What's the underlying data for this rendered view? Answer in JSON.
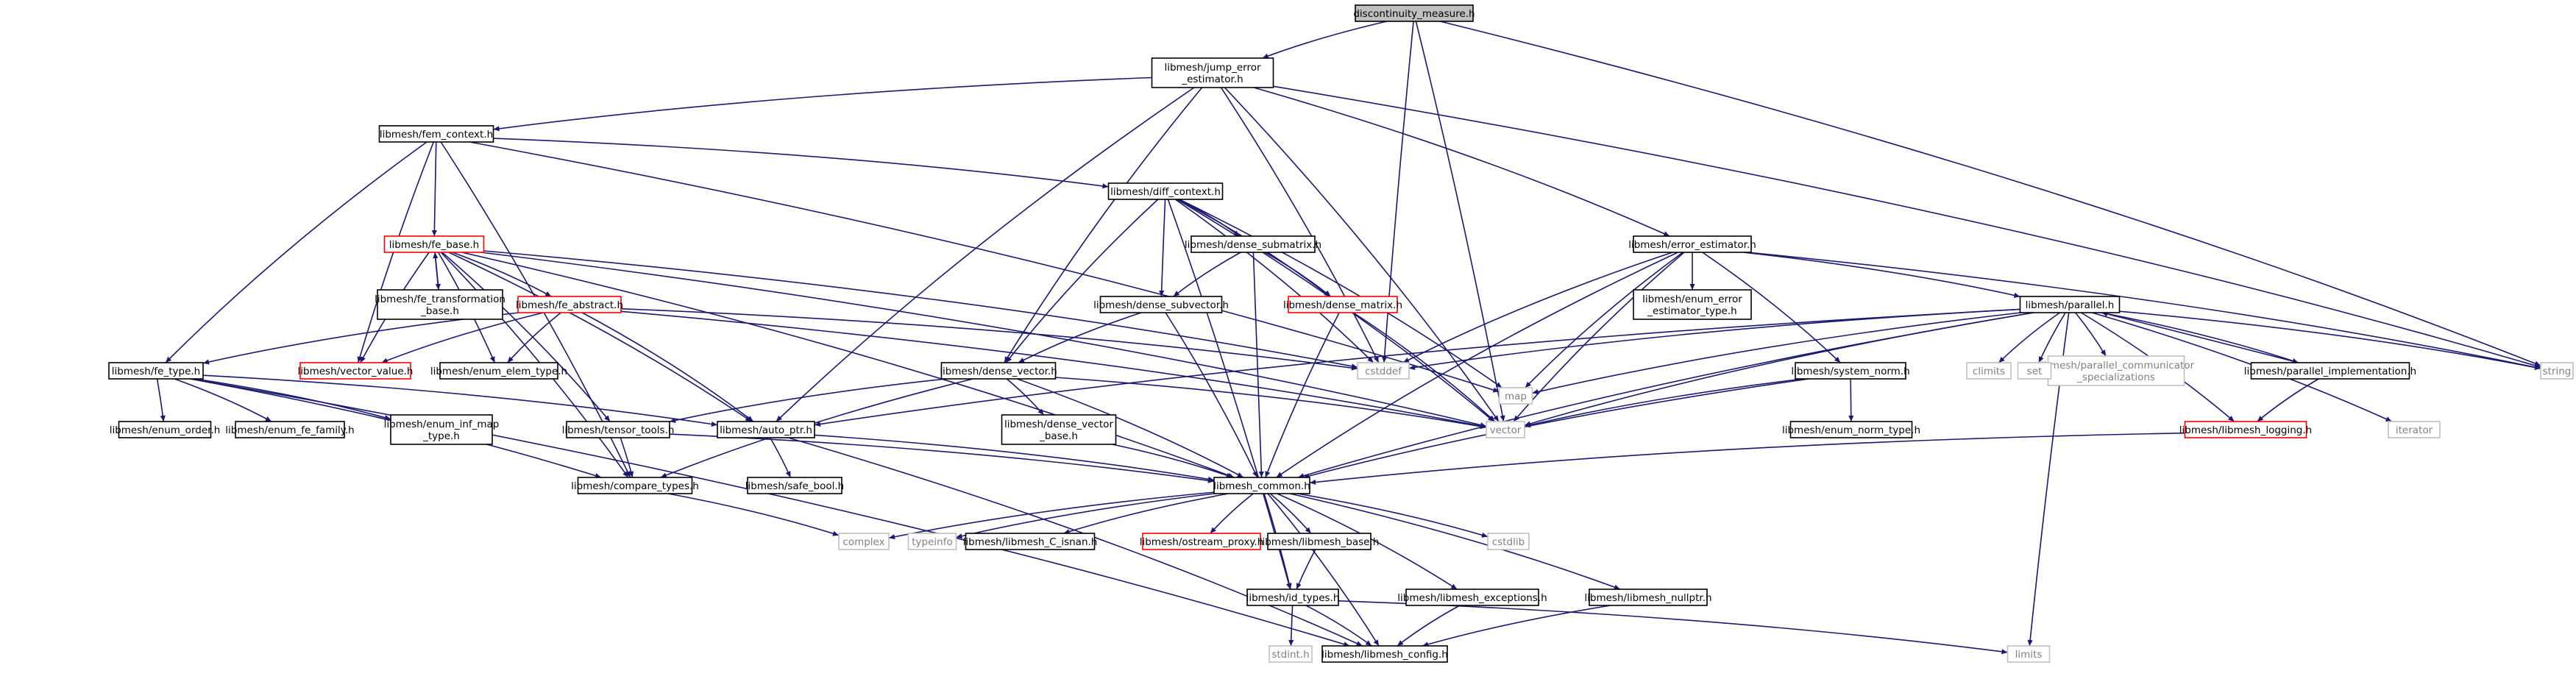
{
  "graph": {
    "title": "discontinuity_measure.h",
    "colors": {
      "edge": "#191970",
      "border_normal": "#000000",
      "border_missing": "#ff0000",
      "border_system": "#bfbfbf",
      "root_fill": "#bfbfbf",
      "system_text": "#808080"
    },
    "nodes": [
      {
        "id": "root",
        "label": [
          "discontinuity_measure.h"
        ],
        "kind": "root"
      },
      {
        "id": "jee",
        "label": [
          "libmesh/jump_error",
          "_estimator.h"
        ],
        "kind": "normal"
      },
      {
        "id": "fem",
        "label": [
          "libmesh/fem_context.h"
        ],
        "kind": "normal"
      },
      {
        "id": "diff",
        "label": [
          "libmesh/diff_context.h"
        ],
        "kind": "normal"
      },
      {
        "id": "feb",
        "label": [
          "libmesh/fe_base.h"
        ],
        "kind": "missing"
      },
      {
        "id": "fet",
        "label": [
          "libmesh/fe_transformation",
          "_base.h"
        ],
        "kind": "normal"
      },
      {
        "id": "fea",
        "label": [
          "libmesh/fe_abstract.h"
        ],
        "kind": "missing"
      },
      {
        "id": "fty",
        "label": [
          "libmesh/fe_type.h"
        ],
        "kind": "normal"
      },
      {
        "id": "vv",
        "label": [
          "libmesh/vector_value.h"
        ],
        "kind": "missing"
      },
      {
        "id": "eet",
        "label": [
          "libmesh/enum_elem_type.h"
        ],
        "kind": "normal"
      },
      {
        "id": "cst",
        "label": [
          "cstddef"
        ],
        "kind": "system"
      },
      {
        "id": "dsm",
        "label": [
          "libmesh/dense_submatrix.h"
        ],
        "kind": "normal"
      },
      {
        "id": "dsv",
        "label": [
          "libmesh/dense_subvector.h"
        ],
        "kind": "normal"
      },
      {
        "id": "dm",
        "label": [
          "libmesh/dense_matrix.h"
        ],
        "kind": "missing"
      },
      {
        "id": "dv",
        "label": [
          "libmesh/dense_vector.h"
        ],
        "kind": "normal"
      },
      {
        "id": "dvb",
        "label": [
          "libmesh/dense_vector",
          "_base.h"
        ],
        "kind": "normal"
      },
      {
        "id": "ee",
        "label": [
          "libmesh/error_estimator.h"
        ],
        "kind": "normal"
      },
      {
        "id": "eeet",
        "label": [
          "libmesh/enum_error",
          "_estimator_type.h"
        ],
        "kind": "normal"
      },
      {
        "id": "par",
        "label": [
          "libmesh/parallel.h"
        ],
        "kind": "normal"
      },
      {
        "id": "sn",
        "label": [
          "libmesh/system_norm.h"
        ],
        "kind": "normal"
      },
      {
        "id": "ent",
        "label": [
          "libmesh/enum_norm_type.h"
        ],
        "kind": "normal"
      },
      {
        "id": "pimp",
        "label": [
          "libmesh/parallel_implementation.h"
        ],
        "kind": "normal"
      },
      {
        "id": "log",
        "label": [
          "libmesh/libmesh_logging.h"
        ],
        "kind": "missing"
      },
      {
        "id": "pcs",
        "label": [
          "libmesh/parallel_communicator",
          "_specializations"
        ],
        "kind": "system"
      },
      {
        "id": "clim",
        "label": [
          "climits"
        ],
        "kind": "system"
      },
      {
        "id": "set",
        "label": [
          "set"
        ],
        "kind": "system"
      },
      {
        "id": "iter",
        "label": [
          "iterator"
        ],
        "kind": "system"
      },
      {
        "id": "str",
        "label": [
          "string"
        ],
        "kind": "system"
      },
      {
        "id": "map",
        "label": [
          "map"
        ],
        "kind": "system"
      },
      {
        "id": "vec",
        "label": [
          "vector"
        ],
        "kind": "system"
      },
      {
        "id": "tt",
        "label": [
          "libmesh/tensor_tools.h"
        ],
        "kind": "normal"
      },
      {
        "id": "ap",
        "label": [
          "libmesh/auto_ptr.h"
        ],
        "kind": "normal"
      },
      {
        "id": "sb",
        "label": [
          "libmesh/safe_bool.h"
        ],
        "kind": "normal"
      },
      {
        "id": "eo",
        "label": [
          "libmesh/enum_order.h"
        ],
        "kind": "normal"
      },
      {
        "id": "eff",
        "label": [
          "libmesh/enum_fe_family.h"
        ],
        "kind": "normal"
      },
      {
        "id": "eim",
        "label": [
          "libmesh/enum_inf_map",
          "_type.h"
        ],
        "kind": "normal"
      },
      {
        "id": "ct",
        "label": [
          "libmesh/compare_types.h"
        ],
        "kind": "normal"
      },
      {
        "id": "cx",
        "label": [
          "complex"
        ],
        "kind": "system"
      },
      {
        "id": "lc",
        "label": [
          "libmesh_common.h"
        ],
        "kind": "normal"
      },
      {
        "id": "ti",
        "label": [
          "typeinfo"
        ],
        "kind": "system"
      },
      {
        "id": "isnan",
        "label": [
          "libmesh/libmesh_C_isnan.h"
        ],
        "kind": "normal"
      },
      {
        "id": "osp",
        "label": [
          "libmesh/ostream_proxy.h"
        ],
        "kind": "missing"
      },
      {
        "id": "lb",
        "label": [
          "libmesh/libmesh_base.h"
        ],
        "kind": "normal"
      },
      {
        "id": "cstd",
        "label": [
          "cstdlib"
        ],
        "kind": "system"
      },
      {
        "id": "lex",
        "label": [
          "libmesh/libmesh_exceptions.h"
        ],
        "kind": "normal"
      },
      {
        "id": "lnp",
        "label": [
          "libmesh/libmesh_nullptr.h"
        ],
        "kind": "normal"
      },
      {
        "id": "idt",
        "label": [
          "libmesh/id_types.h"
        ],
        "kind": "normal"
      },
      {
        "id": "sti",
        "label": [
          "stdint.h"
        ],
        "kind": "system"
      },
      {
        "id": "cfg",
        "label": [
          "libmesh/libmesh_config.h"
        ],
        "kind": "normal"
      },
      {
        "id": "lim",
        "label": [
          "limits"
        ],
        "kind": "system"
      }
    ],
    "edges": [
      [
        "root",
        "jee"
      ],
      [
        "root",
        "cst"
      ],
      [
        "root",
        "vec"
      ],
      [
        "root",
        "str"
      ],
      [
        "jee",
        "fem"
      ],
      [
        "jee",
        "ap"
      ],
      [
        "jee",
        "cst"
      ],
      [
        "jee",
        "dv"
      ],
      [
        "jee",
        "vec"
      ],
      [
        "jee",
        "ee"
      ],
      [
        "jee",
        "str"
      ],
      [
        "fem",
        "diff"
      ],
      [
        "fem",
        "feb"
      ],
      [
        "fem",
        "vv"
      ],
      [
        "fem",
        "fty"
      ],
      [
        "fem",
        "ct"
      ],
      [
        "fem",
        "map"
      ],
      [
        "diff",
        "dsm"
      ],
      [
        "diff",
        "dsv"
      ],
      [
        "diff",
        "dm"
      ],
      [
        "diff",
        "dv"
      ],
      [
        "diff",
        "idt"
      ],
      [
        "diff",
        "cst"
      ],
      [
        "diff",
        "map"
      ],
      [
        "diff",
        "vec"
      ],
      [
        "feb",
        "fet"
      ],
      [
        "feb",
        "fea"
      ],
      [
        "feb",
        "vv"
      ],
      [
        "feb",
        "eet"
      ],
      [
        "feb",
        "cst"
      ],
      [
        "feb",
        "ap"
      ],
      [
        "feb",
        "tt"
      ],
      [
        "feb",
        "vec"
      ],
      [
        "feb",
        "lc"
      ],
      [
        "feb",
        "ct"
      ],
      [
        "fet",
        "feb"
      ],
      [
        "fea",
        "fty"
      ],
      [
        "fea",
        "eet"
      ],
      [
        "fea",
        "cst"
      ],
      [
        "fea",
        "ap"
      ],
      [
        "fea",
        "vec"
      ],
      [
        "fea",
        "vv"
      ],
      [
        "fty",
        "eo"
      ],
      [
        "fty",
        "eff"
      ],
      [
        "fty",
        "eim"
      ],
      [
        "fty",
        "ap"
      ],
      [
        "fty",
        "ct"
      ],
      [
        "fty",
        "cfg"
      ],
      [
        "dsm",
        "dsv"
      ],
      [
        "dsm",
        "dm"
      ],
      [
        "dsm",
        "lc"
      ],
      [
        "dsv",
        "dv"
      ],
      [
        "dsv",
        "lc"
      ],
      [
        "dm",
        "vec"
      ],
      [
        "dm",
        "lc"
      ],
      [
        "dv",
        "dvb"
      ],
      [
        "dv",
        "lc"
      ],
      [
        "dv",
        "tt"
      ],
      [
        "dv",
        "ct"
      ],
      [
        "dv",
        "vec"
      ],
      [
        "dvb",
        "lc"
      ],
      [
        "ee",
        "eeet"
      ],
      [
        "ee",
        "par"
      ],
      [
        "ee",
        "sn"
      ],
      [
        "ee",
        "map"
      ],
      [
        "ee",
        "vec"
      ],
      [
        "ee",
        "cst"
      ],
      [
        "ee",
        "str"
      ],
      [
        "ee",
        "lc"
      ],
      [
        "par",
        "pimp"
      ],
      [
        "par",
        "log"
      ],
      [
        "par",
        "pcs"
      ],
      [
        "par",
        "clim"
      ],
      [
        "par",
        "set"
      ],
      [
        "par",
        "iter"
      ],
      [
        "par",
        "str"
      ],
      [
        "par",
        "map"
      ],
      [
        "par",
        "vec"
      ],
      [
        "par",
        "cst"
      ],
      [
        "par",
        "lim"
      ],
      [
        "par",
        "lc"
      ],
      [
        "par",
        "ap"
      ],
      [
        "pimp",
        "par"
      ],
      [
        "pimp",
        "log"
      ],
      [
        "log",
        "lc"
      ],
      [
        "sn",
        "ent"
      ],
      [
        "sn",
        "vec"
      ],
      [
        "sn",
        "lc"
      ],
      [
        "tt",
        "ct"
      ],
      [
        "tt",
        "lc"
      ],
      [
        "ap",
        "sb"
      ],
      [
        "ap",
        "lc"
      ],
      [
        "ap",
        "cfg"
      ],
      [
        "ct",
        "cx"
      ],
      [
        "lc",
        "cx"
      ],
      [
        "lc",
        "ti"
      ],
      [
        "lc",
        "isnan"
      ],
      [
        "lc",
        "osp"
      ],
      [
        "lc",
        "lb"
      ],
      [
        "lc",
        "cstd"
      ],
      [
        "lc",
        "lex"
      ],
      [
        "lc",
        "lnp"
      ],
      [
        "lc",
        "cfg"
      ],
      [
        "lc",
        "idt"
      ],
      [
        "lb",
        "idt"
      ],
      [
        "lex",
        "cfg"
      ],
      [
        "lnp",
        "cfg"
      ],
      [
        "idt",
        "sti"
      ],
      [
        "idt",
        "cfg"
      ],
      [
        "idt",
        "lim"
      ]
    ]
  }
}
